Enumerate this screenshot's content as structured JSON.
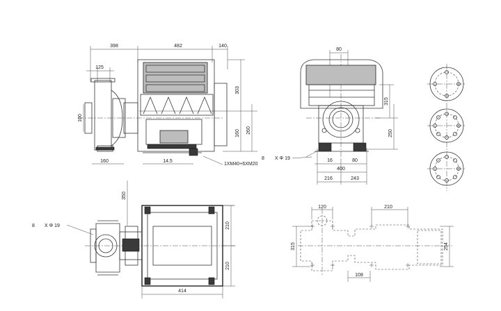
{
  "figure": {
    "side_view": {
      "dims": [
        "398",
        "482",
        "140",
        "125",
        "303",
        "100",
        "160",
        "260",
        "160",
        "14.5"
      ],
      "cable_label": "1XM40+6XM20"
    },
    "front_view": {
      "dims": [
        "80",
        "315",
        "250",
        "16",
        "80",
        "400",
        "216",
        "243"
      ],
      "hole_num": "8",
      "hole_label": "X Φ 19"
    },
    "top_view": {
      "dims": [
        "350",
        "210",
        "210",
        "414"
      ],
      "hole_num": "8",
      "hole_label": "X Φ 19"
    },
    "base_view": {
      "dims": [
        "120",
        "210",
        "315",
        "254",
        "108"
      ]
    }
  }
}
